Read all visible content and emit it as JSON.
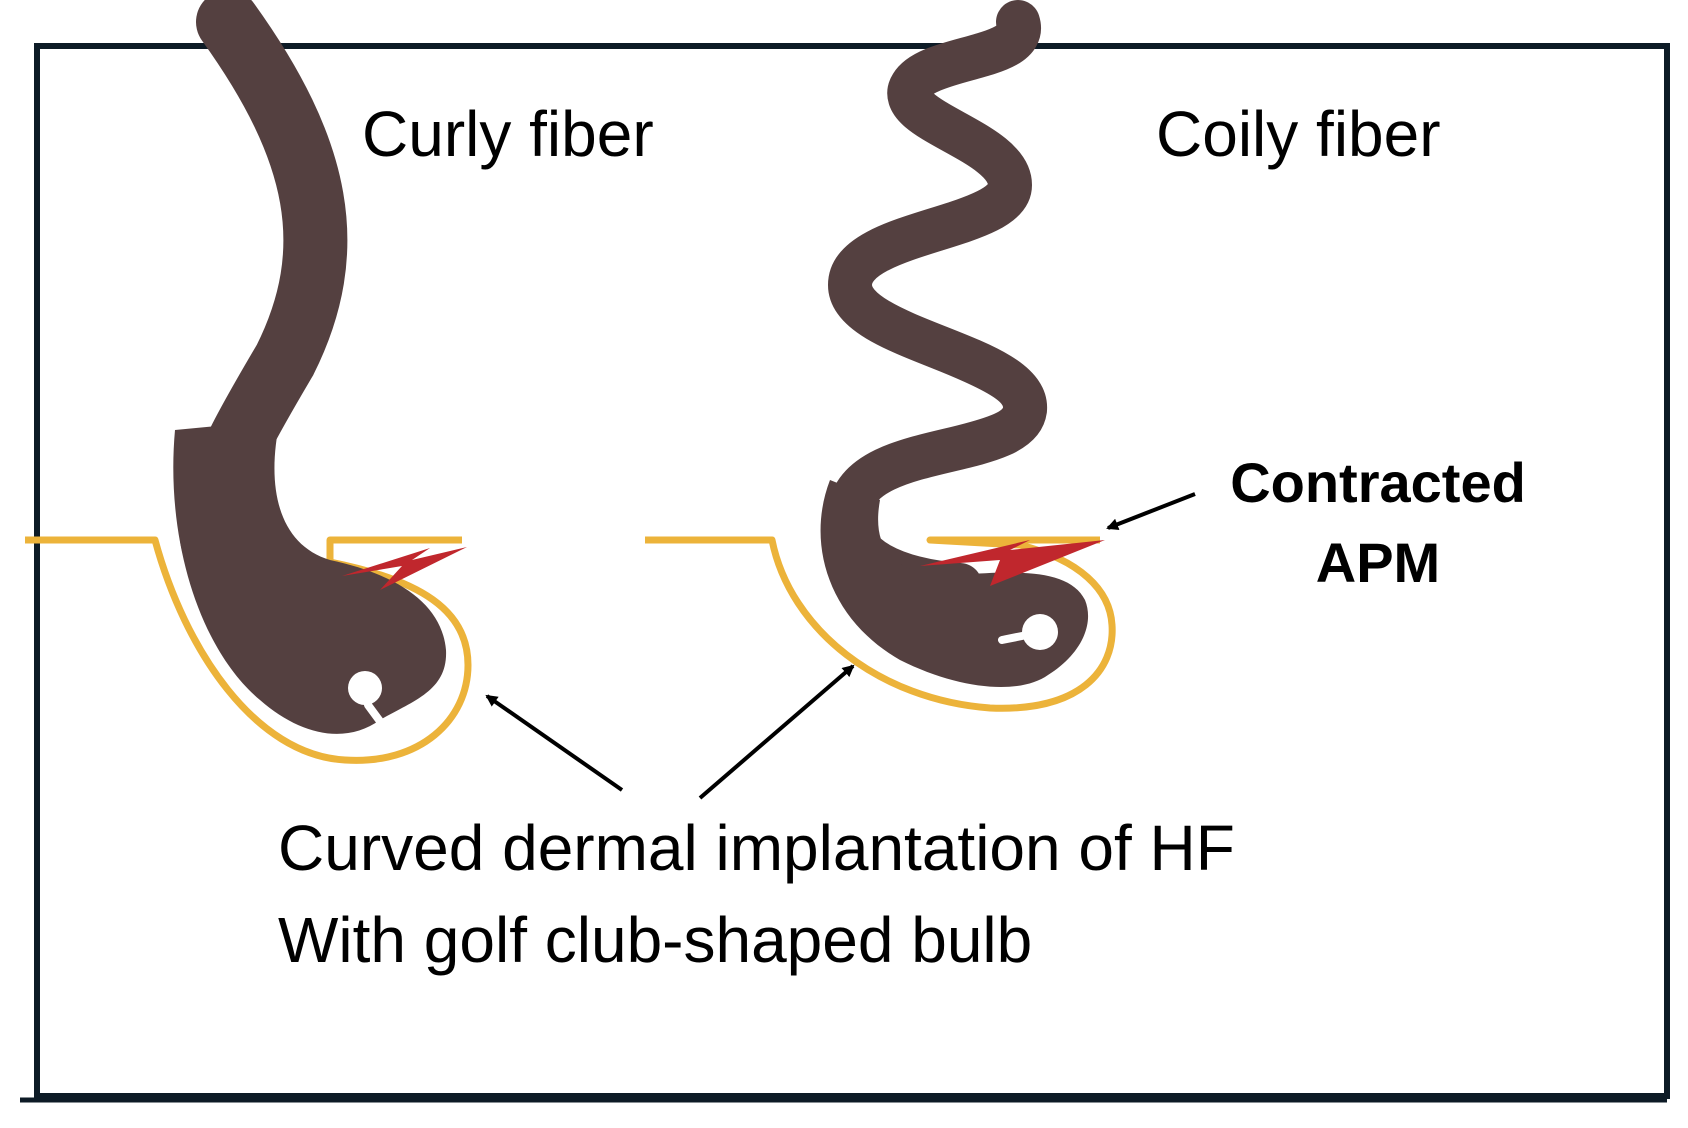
{
  "labels": {
    "curly": "Curly fiber",
    "coily": "Coily fiber",
    "apm_line1": "Contracted",
    "apm_line2": "APM",
    "caption_line1": "Curved dermal implantation of HF",
    "caption_line2": "With golf club-shaped bulb"
  },
  "colors": {
    "hair": "#544040",
    "skin_line": "#ecb33a",
    "apm": "#c0272d",
    "frame": "#0d1b26",
    "arrow": "#000000"
  },
  "icons": {
    "curly_follicle": "hair-follicle-curly",
    "coily_follicle": "hair-follicle-coily",
    "apm": "lightning-bolt"
  }
}
